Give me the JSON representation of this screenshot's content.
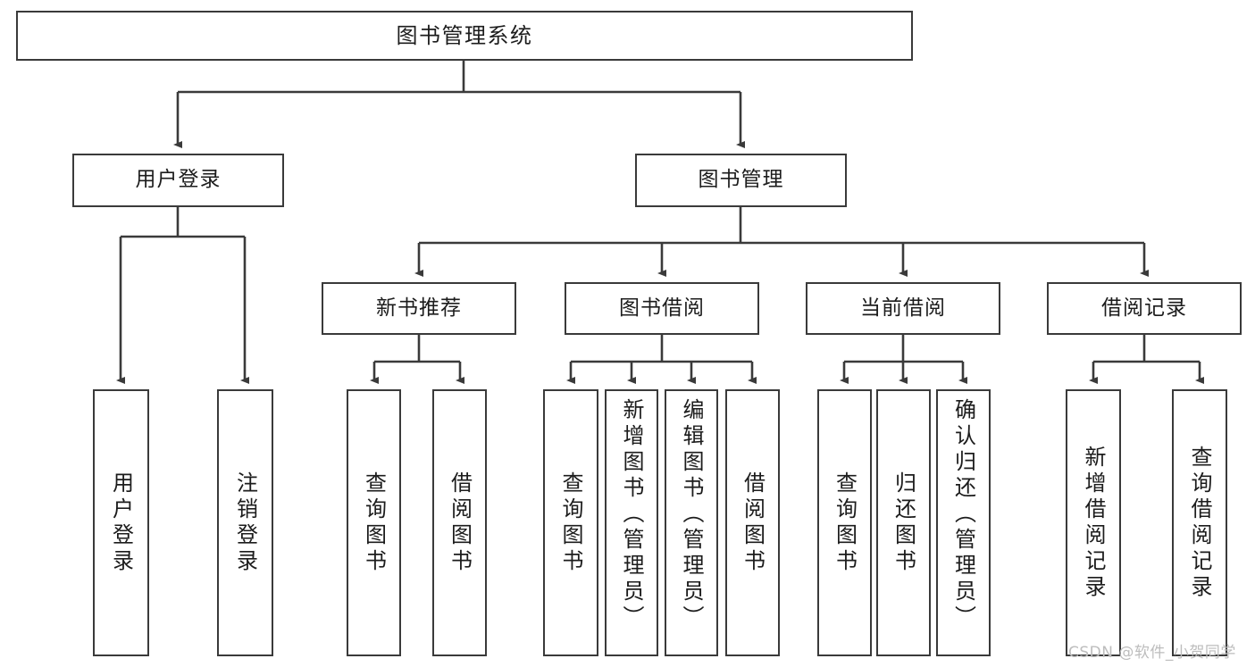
{
  "diagram": {
    "title": "图书管理系统",
    "type": "hierarchy-tree",
    "watermark": "CSDN @软件_小贺同学",
    "colors": {
      "stroke": "#3a3a3a",
      "fill": "#ffffff",
      "text": "#1c1c1c",
      "watermark": "#bdbdbd"
    },
    "nodes": {
      "root": {
        "label": "图书管理系统"
      },
      "level2": [
        {
          "id": "user-login",
          "label": "用户登录"
        },
        {
          "id": "book-management",
          "label": "图书管理"
        }
      ],
      "level3": [
        {
          "id": "new-book-recommend",
          "label": "新书推荐"
        },
        {
          "id": "book-borrow",
          "label": "图书借阅"
        },
        {
          "id": "current-borrow",
          "label": "当前借阅"
        },
        {
          "id": "borrow-record",
          "label": "借阅记录"
        }
      ],
      "leaves": {
        "user-login": [
          {
            "id": "leaf-user-login",
            "label": "用户登录"
          },
          {
            "id": "leaf-logout-login",
            "label": "注销登录"
          }
        ],
        "new-book-recommend": [
          {
            "id": "leaf-query-book-1",
            "label": "查询图书"
          },
          {
            "id": "leaf-borrow-book-1",
            "label": "借阅图书"
          }
        ],
        "book-borrow": [
          {
            "id": "leaf-query-book-2",
            "label": "查询图书"
          },
          {
            "id": "leaf-add-book",
            "label": "新增图书（管理员）"
          },
          {
            "id": "leaf-edit-book",
            "label": "编辑图书（管理员）"
          },
          {
            "id": "leaf-borrow-book-2",
            "label": "借阅图书"
          }
        ],
        "current-borrow": [
          {
            "id": "leaf-query-book-3",
            "label": "查询图书"
          },
          {
            "id": "leaf-return-book",
            "label": "归还图书"
          },
          {
            "id": "leaf-confirm-return",
            "label": "确认归还（管理员）"
          }
        ],
        "borrow-record": [
          {
            "id": "leaf-add-record",
            "label": "新增借阅记录"
          },
          {
            "id": "leaf-query-record",
            "label": "查询借阅记录"
          }
        ]
      }
    }
  }
}
